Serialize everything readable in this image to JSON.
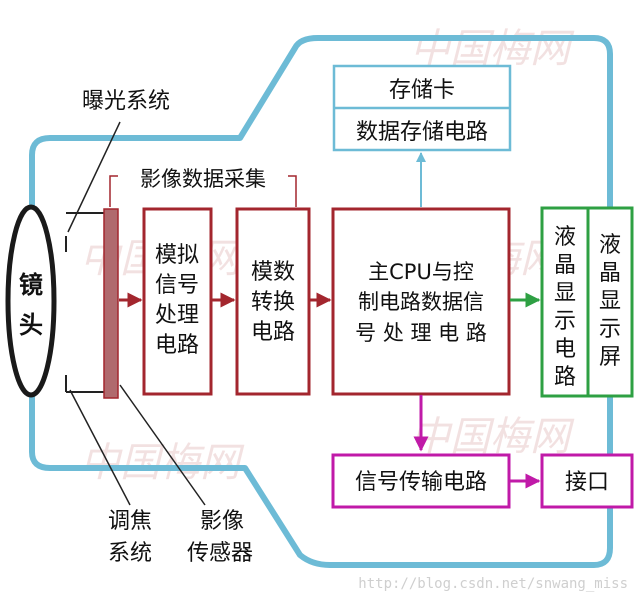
{
  "labels": {
    "lens": [
      "镜",
      "头"
    ],
    "exposure_system": "曝光系统",
    "image_acquisition": "影像数据采集",
    "focus_system": [
      "调焦",
      "系统"
    ],
    "image_sensor": [
      "影像",
      "传感器"
    ]
  },
  "blocks": {
    "analog_processing": [
      "模拟",
      "信号",
      "处理",
      "电路"
    ],
    "adc": [
      "模数",
      "转换",
      "电路"
    ],
    "cpu": [
      "主CPU与控",
      "制电路数据信",
      "号 处 理 电 路"
    ],
    "lcd_circuit": [
      "液",
      "晶",
      "显",
      "示",
      "电",
      "路"
    ],
    "lcd_screen": [
      "液",
      "晶",
      "显",
      "示",
      "屏"
    ],
    "memory_card": "存储卡",
    "storage_circuit": "数据存储电路",
    "signal_transmission": "信号传输电路",
    "interface": "接口"
  },
  "watermark": {
    "brand": "中国梅网",
    "url": "http://blog.csdn.net/snwang_miss"
  },
  "colors": {
    "housing": "#6dbbd6",
    "dark_red": "#a3262e",
    "green": "#2ea043",
    "magenta": "#c01aa8",
    "sensor_fill": "#b06a6e"
  }
}
